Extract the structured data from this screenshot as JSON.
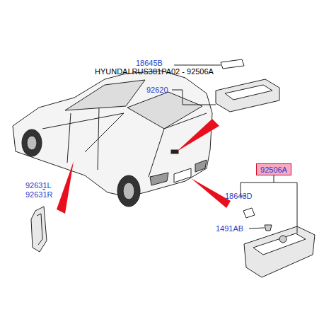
{
  "diagram": {
    "title": "HYUNDAI RUS381PA02 - 92506A",
    "nodes": [
      {
        "text": [
          "92506A"
        ]
      }
    ],
    "labels": [
      "18645B",
      "92620",
      "92631L",
      "92631R",
      "18643D",
      "1491AB"
    ]
  }
}
